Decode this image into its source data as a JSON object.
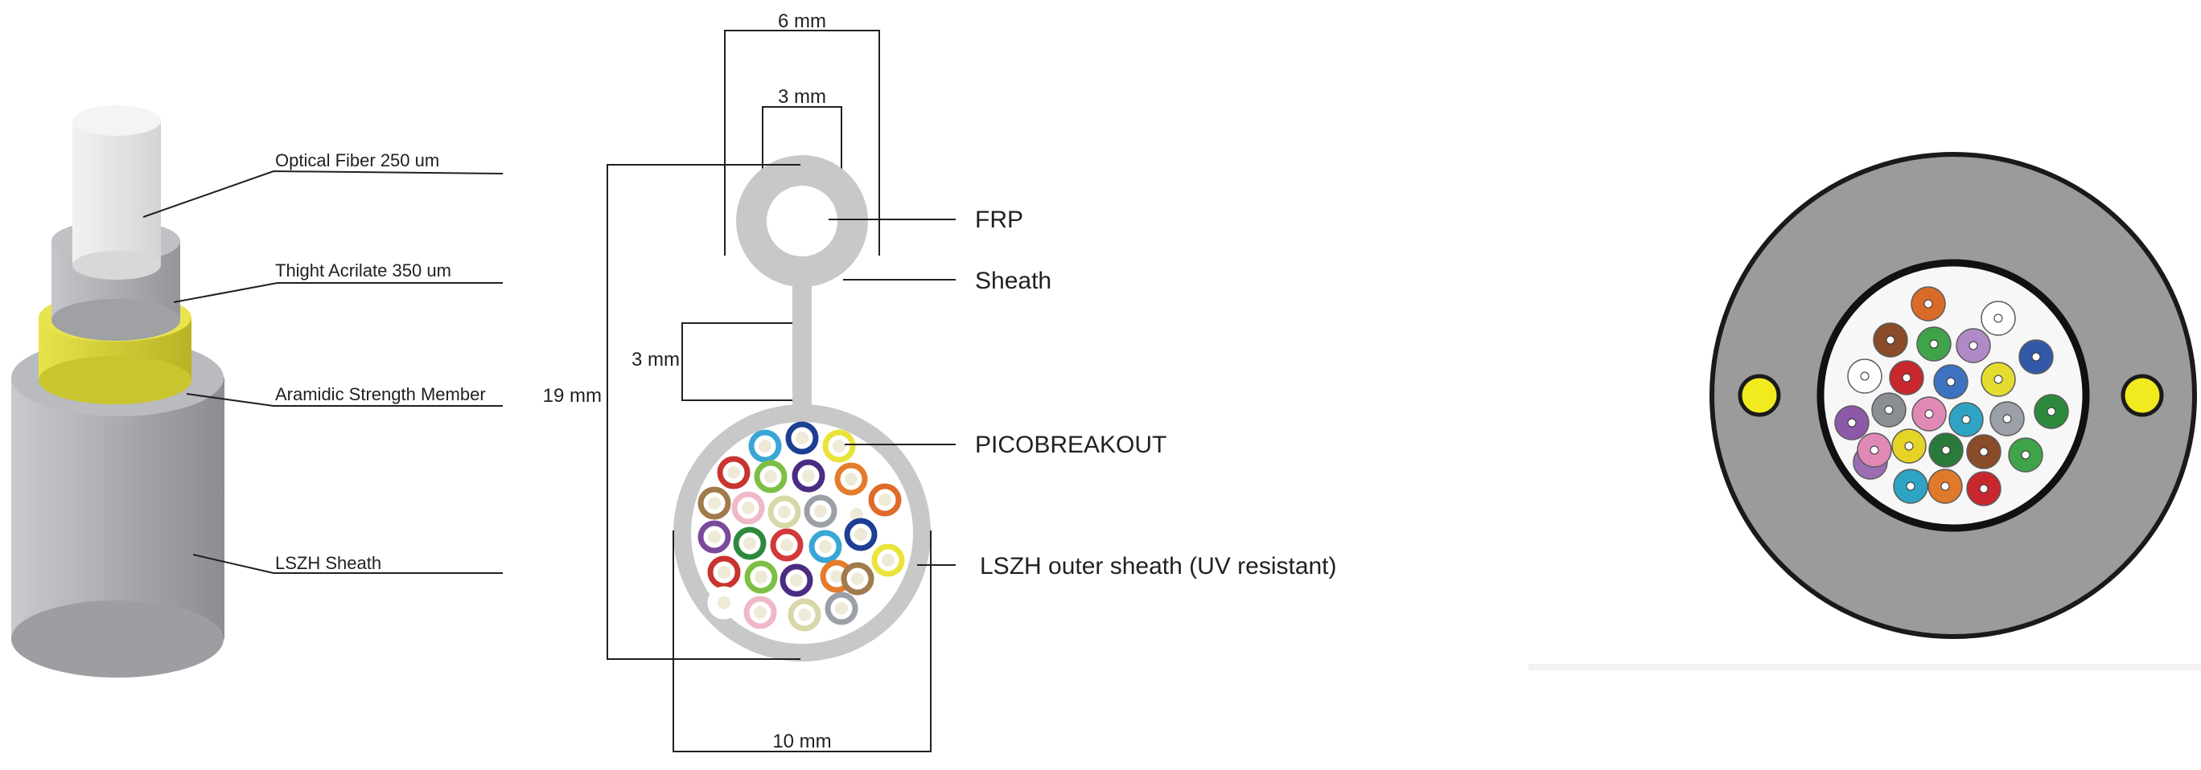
{
  "left_cable": {
    "labels": {
      "fiber": "Optical Fiber 250 um",
      "acrilate": "Thight Acrilate 350 um",
      "aramid": "Aramidic Strength Member",
      "sheath": "LSZH Sheath"
    },
    "colors": {
      "fiber": "#ececec",
      "acrilate": "#a9abb0",
      "aramid": "#d6d233",
      "sheath": "#a8aaaf"
    }
  },
  "middle_diagram": {
    "dimensions": {
      "top_outer": "6 mm",
      "top_inner": "3 mm",
      "neck": "3 mm",
      "height": "19 mm",
      "bottom": "10 mm"
    },
    "callouts": {
      "frp": "FRP",
      "sheath": "Sheath",
      "picobreakout": "PICOBREAKOUT",
      "outer_sheath": "LSZH outer sheath (UV resistant)"
    },
    "sheath_color": "#c8c8c8",
    "tube_colors": [
      "#3aa6d6",
      "#1c3f93",
      "#e9e43a",
      "#c8342e",
      "#7dbf44",
      "#4a2c82",
      "#e47c2b",
      "#a07a4a",
      "#efb9c8",
      "#d9d7a8",
      "#9aa0a6",
      "#ffffff",
      "#e06a2a",
      "#7a4a9a",
      "#2d8a3c",
      "#d23a3a"
    ]
  },
  "right_section": {
    "colors": {
      "jacket": "#9b9b9b",
      "inner": "#f7f7f7",
      "rod": "#f1ea1f",
      "tube_colors": [
        "#d96b28",
        "#ffffff",
        "#8a4b28",
        "#3fa34a",
        "#b08ac6",
        "#3259a8",
        "#ffffff",
        "#c8272e",
        "#3c72c0",
        "#e4dc2f",
        "#8c59a8",
        "#8a8d92",
        "#e089b6",
        "#2fa3c3",
        "#9aa0a6",
        "#2d8a3c",
        "#9b6db5",
        "#e5d325",
        "#2a7a3a",
        "#8a4b28",
        "#e07a2b",
        "#3fa34a",
        "#2fa3c3",
        "#c8272e",
        "#e089b6"
      ]
    }
  }
}
